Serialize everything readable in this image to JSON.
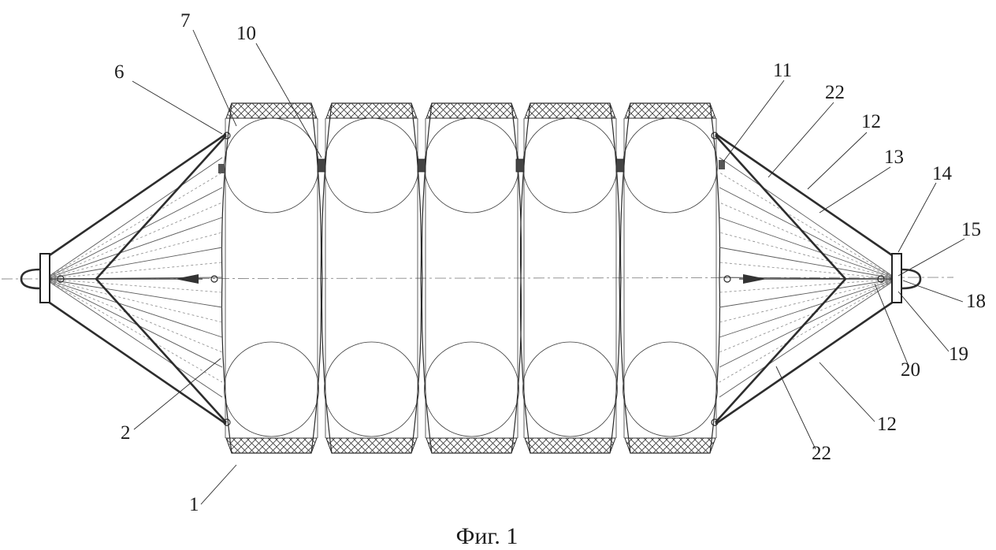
{
  "figure": {
    "caption": "Фиг. 1",
    "labels": {
      "l1": "1",
      "l2": "2",
      "l6": "6",
      "l7": "7",
      "l10": "10",
      "l11": "11",
      "l12a": "12",
      "l12b": "12",
      "l13": "13",
      "l14": "14",
      "l15": "15",
      "l18": "18",
      "l19": "19",
      "l20": "20",
      "l22a": "22",
      "l22b": "22"
    }
  },
  "colors": {
    "line": "#2a2a2a",
    "paper": "#ffffff"
  }
}
